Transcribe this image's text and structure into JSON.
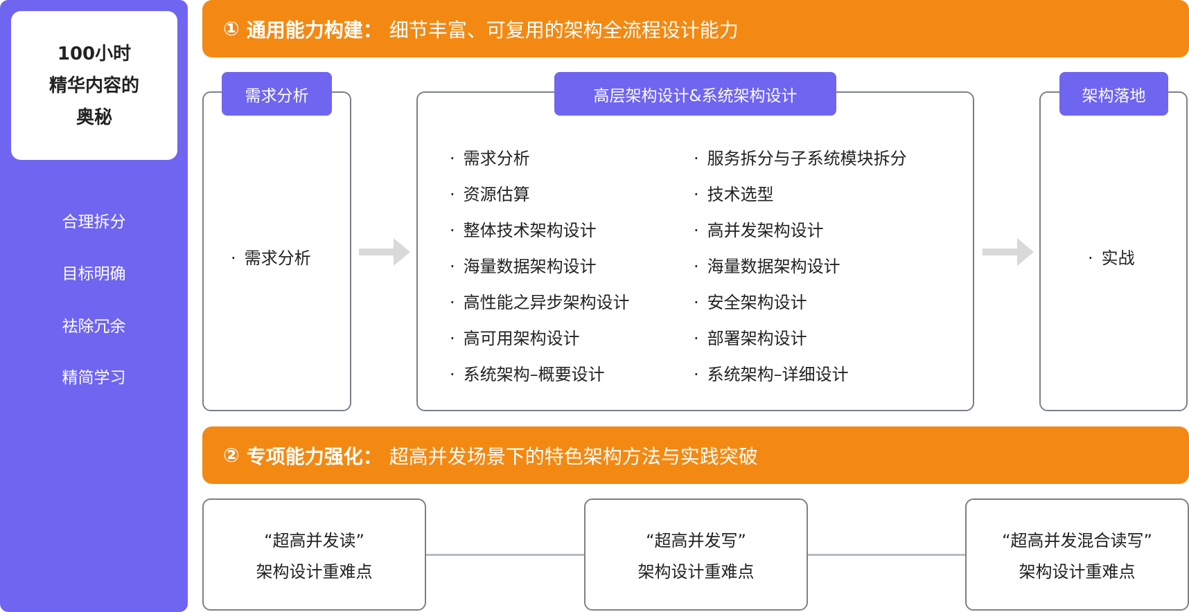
{
  "sidebar": {
    "card_lines": [
      "100小时",
      "精华内容的",
      "奥秘"
    ],
    "items": [
      "合理拆分",
      "目标明确",
      "祛除冗余",
      "精简学习"
    ]
  },
  "section1": {
    "number": "①",
    "title": "通用能力构建：",
    "subtitle": "细节丰富、可复用的架构全流程设计能力"
  },
  "stage1": {
    "label": "需求分析",
    "items": [
      "需求分析"
    ]
  },
  "stage2": {
    "label": "高层架构设计&系统架构设计",
    "col1": [
      "需求分析",
      "资源估算",
      "整体技术架构设计",
      "海量数据架构设计",
      "高性能之异步架构设计",
      "高可用架构设计",
      "系统架构–概要设计"
    ],
    "col2": [
      "服务拆分与子系统模块拆分",
      "技术选型",
      "高并发架构设计",
      "海量数据架构设计",
      "安全架构设计",
      "部署架构设计",
      "系统架构–详细设计"
    ]
  },
  "stage3": {
    "label": "架构落地",
    "items": [
      "实战"
    ]
  },
  "section2": {
    "number": "②",
    "title": "专项能力强化：",
    "subtitle": "超高并发场景下的特色架构方法与实践突破"
  },
  "cards": [
    {
      "line1": "“超高并发读”",
      "line2": "架构设计重难点"
    },
    {
      "line1": "“超高并发写”",
      "line2": "架构设计重难点"
    },
    {
      "line1": "“超高并发混合读写”",
      "line2": "架构设计重难点"
    }
  ],
  "colors": {
    "purple": "#6F65F0",
    "orange": "#F38913",
    "border": "#7A808A"
  }
}
